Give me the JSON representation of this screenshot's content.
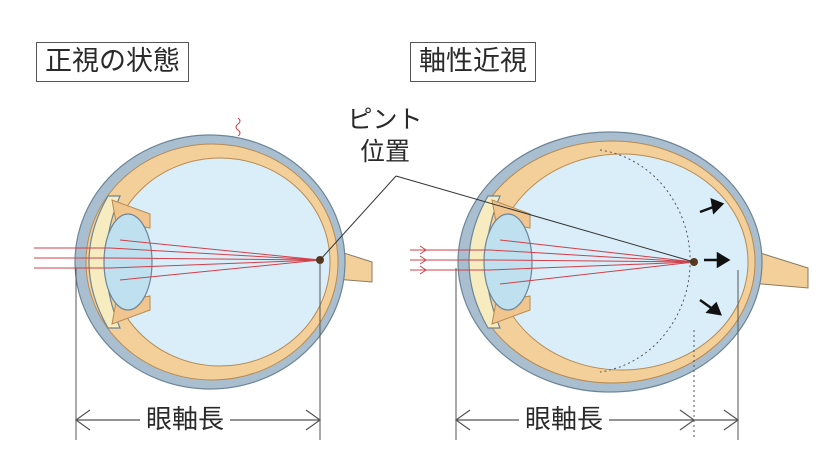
{
  "titles": {
    "normal": "正視の状態",
    "myopia": "軸性近視"
  },
  "focus_label": {
    "line1": "ピント",
    "line2": "位置"
  },
  "axial_length_label": "眼軸長",
  "colors": {
    "sclera_outer": "#9fb6c8",
    "choroid": "#f3cf9a",
    "vitreous": "#d9eef8",
    "lens": "#bfe0ee",
    "ray": "#d0404a",
    "outline": "#555555"
  }
}
